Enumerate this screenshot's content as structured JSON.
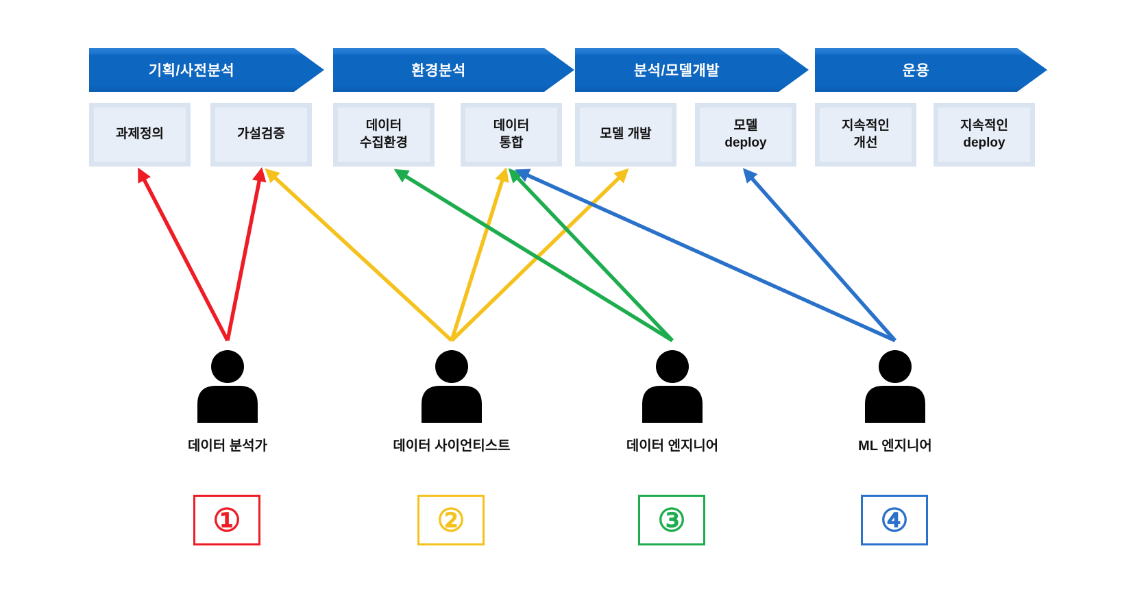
{
  "phases": [
    {
      "label": "기획/사전분석",
      "tasks": [
        {
          "label": "과제정의"
        },
        {
          "label": "가설검증"
        }
      ]
    },
    {
      "label": "환경분석",
      "tasks": [
        {
          "label": "데이터\n수집환경"
        },
        {
          "label": "데이터\n통합"
        }
      ]
    },
    {
      "label": "분석/모델개발",
      "tasks": [
        {
          "label": "모델 개발"
        },
        {
          "label": "모델\ndeploy"
        }
      ]
    },
    {
      "label": "운용",
      "tasks": [
        {
          "label": "지속적인\n개선"
        },
        {
          "label": "지속적인\ndeploy"
        }
      ]
    }
  ],
  "roles": [
    {
      "name": "데이터 분석가",
      "number": "①",
      "color": "#EE1C25",
      "connects_to": [
        "과제정의",
        "가설검증"
      ],
      "connects_to_task_indexes": [
        0,
        1
      ]
    },
    {
      "name": "데이터 사이언티스트",
      "number": "②",
      "color": "#F5C21D",
      "connects_to": [
        "가설검증",
        "데이터 통합",
        "모델 개발"
      ],
      "connects_to_task_indexes": [
        1,
        3,
        4
      ]
    },
    {
      "name": "데이터 엔지니어",
      "number": "③",
      "color": "#1EAD4E",
      "connects_to": [
        "데이터 수집환경",
        "데이터 통합"
      ],
      "connects_to_task_indexes": [
        2,
        3
      ]
    },
    {
      "name": "ML 엔지니어",
      "number": "④",
      "color": "#2A71CA",
      "connects_to": [
        "데이터 통합",
        "모델 deploy"
      ],
      "connects_to_task_indexes": [
        3,
        5
      ]
    }
  ],
  "colors": {
    "phase_header": "#0D66BF",
    "phase_header_text": "#FFFFFF",
    "task_box": "#D9E4F0",
    "task_box_inner": "#E8EEF7",
    "task_text": "#111111",
    "person_icon": "#000000"
  }
}
